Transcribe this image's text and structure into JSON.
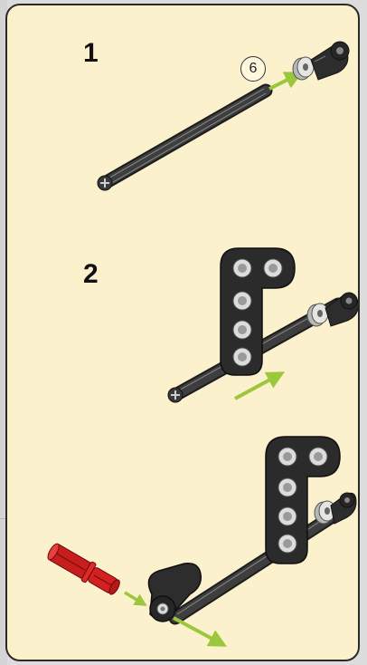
{
  "steps": [
    {
      "number": "1",
      "part_quantity": "6"
    },
    {
      "number": "2"
    }
  ],
  "colors": {
    "background": "#fbf1cc",
    "border": "#2a2a2a",
    "beam": "#2e2e2e",
    "bush": "#d9d9d6",
    "pin_red": "#d42020",
    "arrow_green": "#9cc63c"
  },
  "icons": [
    "axle-icon",
    "bush-icon",
    "angle-connector-icon",
    "beam-icon",
    "pin-icon",
    "arrow-icon"
  ]
}
